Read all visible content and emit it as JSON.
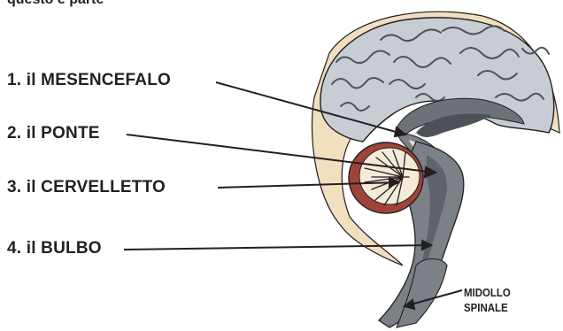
{
  "header_fragment": "questo e parte",
  "labels": [
    {
      "number": "1.",
      "name": "il MESENCEFALO"
    },
    {
      "number": "2.",
      "name": "il PONTE"
    },
    {
      "number": "3.",
      "name": "il CERVELLETTO"
    },
    {
      "number": "4.",
      "name": "il BULBO"
    }
  ],
  "caption": {
    "line1": "MIDOLLO",
    "line2": "SPINALE"
  },
  "colors": {
    "skull": "#f2dfc0",
    "cortex_fill": "#c8cdd4",
    "cortex_dark": "#6d7178",
    "brainstem": "#7c8087",
    "ventricle": "#4d5158",
    "cerebellum_outer": "#a0443a",
    "cerebellum_inner": "#f4ead8",
    "line": "#231f20"
  }
}
